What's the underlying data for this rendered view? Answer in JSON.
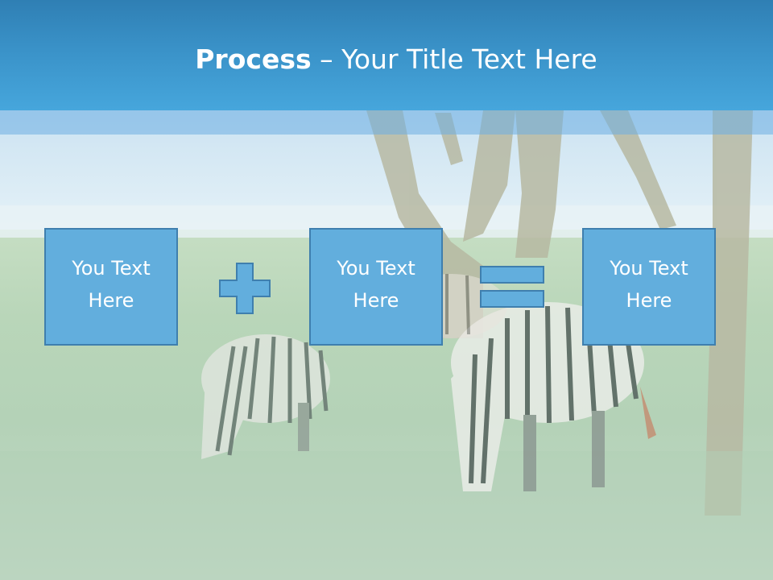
{
  "slide": {
    "title": {
      "bold_part": "Process",
      "rest_part": " – Your Title Text Here"
    },
    "boxes": [
      {
        "line1": "You Text",
        "line2": "Here"
      },
      {
        "line1": "You Text",
        "line2": "Here"
      },
      {
        "line1": "You Text",
        "line2": "Here"
      }
    ],
    "operators": [
      "plus-icon",
      "equals-icon"
    ],
    "colors": {
      "header": "#3a92c8",
      "box_fill": "#62aedd",
      "box_border": "#3f7fae",
      "text": "#ffffff"
    }
  }
}
